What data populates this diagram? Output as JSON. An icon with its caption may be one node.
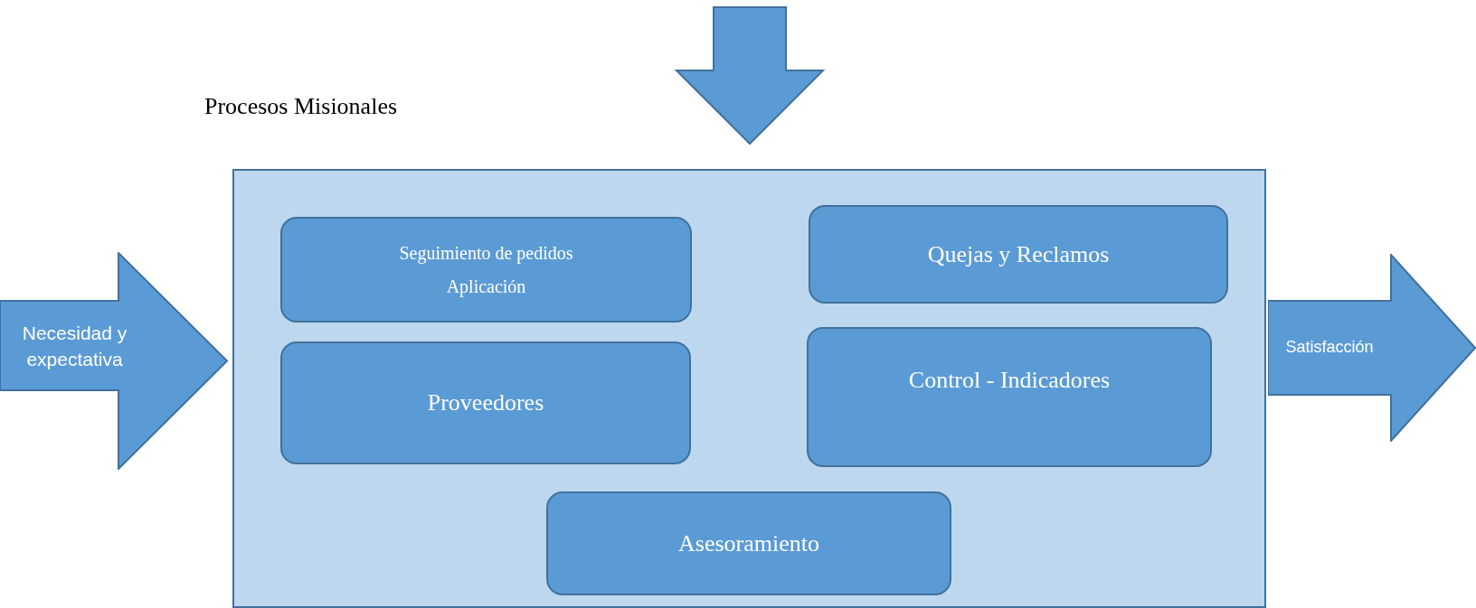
{
  "diagram": {
    "nodes": [
      {
        "text": [
          "Necesidad y expectativa"
        ]
      },
      {
        "text": [
          "Procesos Misionales"
        ]
      },
      {
        "text": [
          "Seguimiento de pedidos",
          "Aplicación"
        ],
        "in": 1
      },
      {
        "text": [
          "Quejas y Reclamos"
        ],
        "in": 1
      },
      {
        "text": [
          "Proveedores"
        ],
        "in": 1
      },
      {
        "text": [
          "Control - Indicadores"
        ],
        "in": 1
      },
      {
        "text": [
          "Asesoramiento"
        ],
        "in": 1
      },
      {
        "text": [
          "Satisfacción"
        ]
      }
    ],
    "edges": [
      {
        "from": null,
        "to": 1,
        "arrow": "to",
        "style": "thick"
      }
    ]
  }
}
